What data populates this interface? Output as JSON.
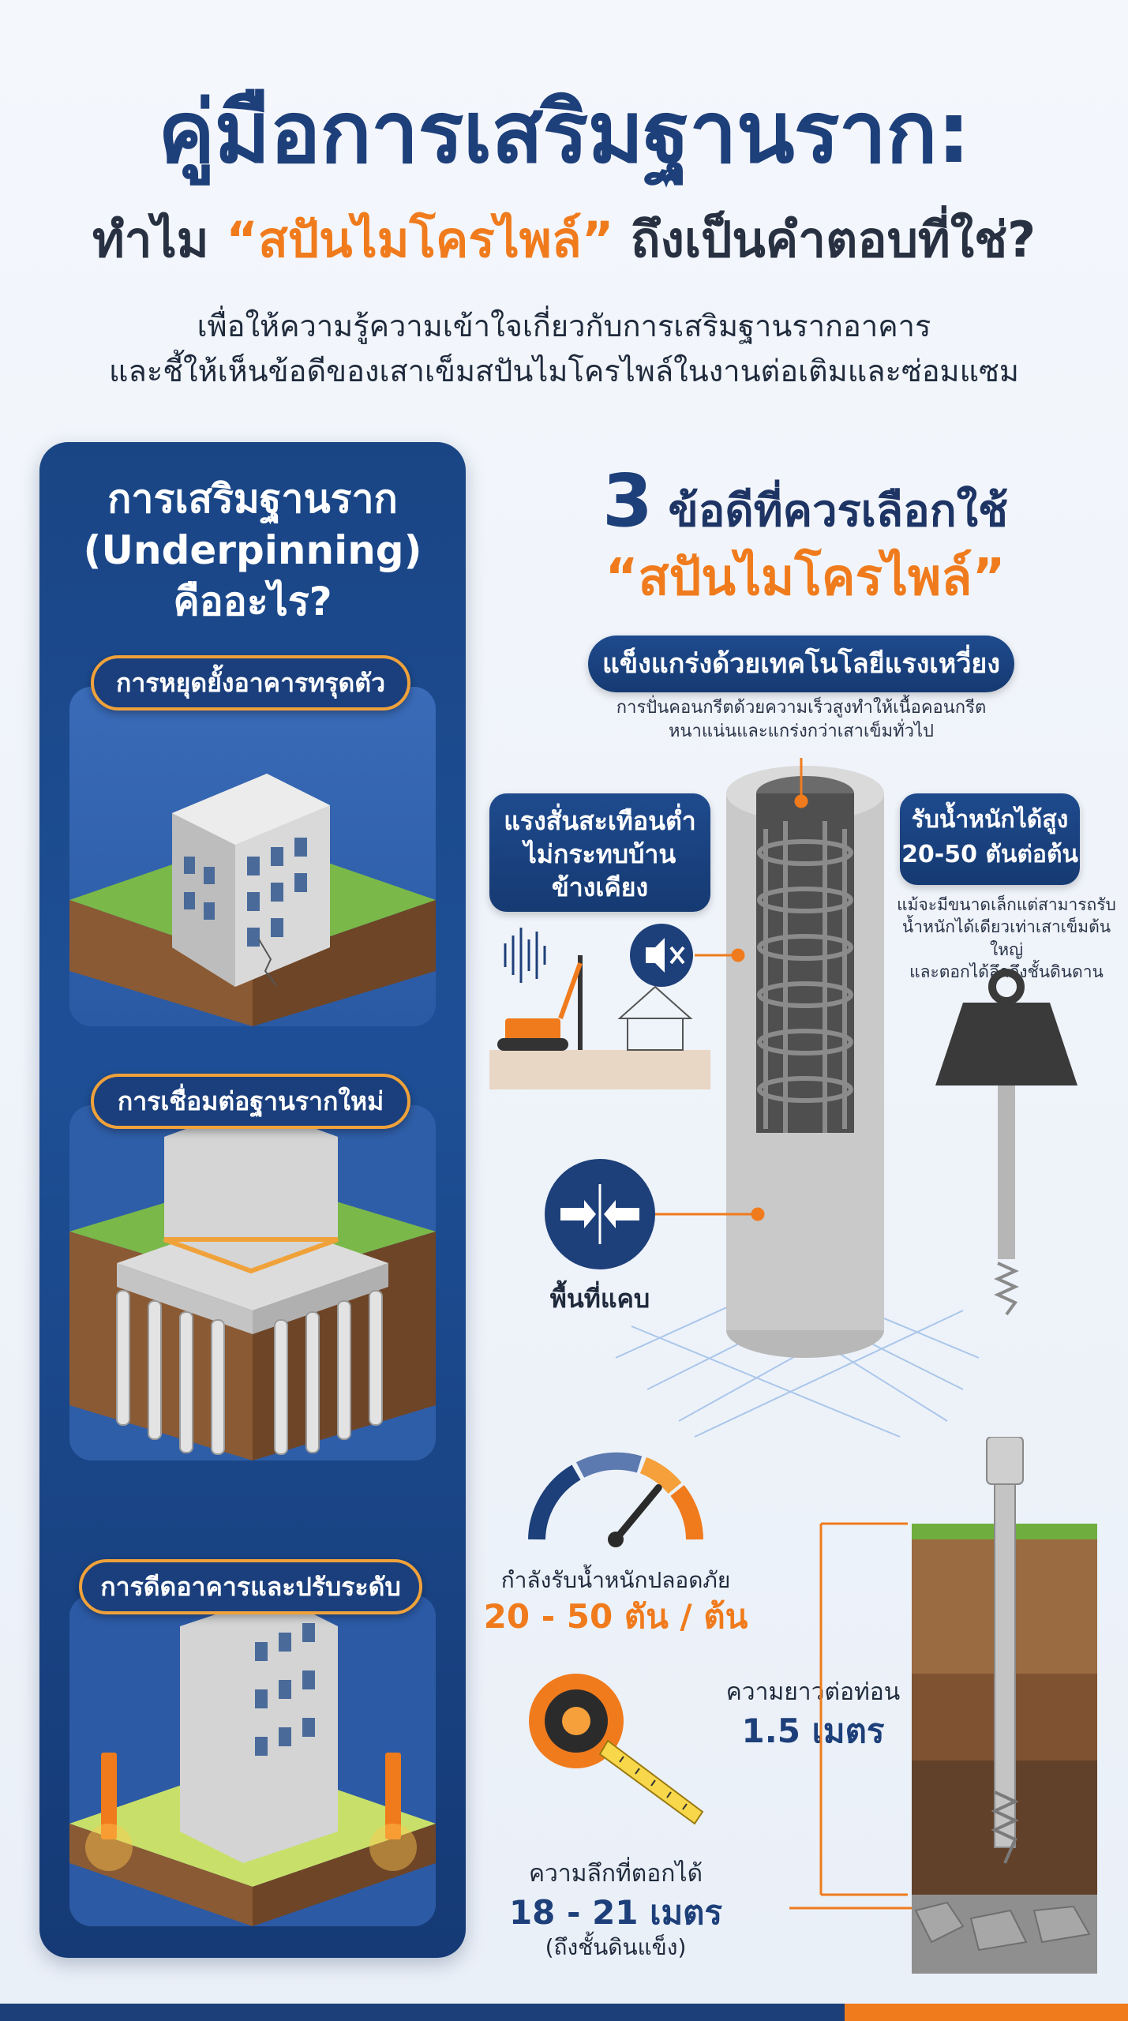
{
  "header": {
    "title": "คู่มือการเสริมฐานราก:",
    "subtitle_prefix": "ทำไม",
    "subtitle_highlight": "“สปันไมโครไพล์”",
    "subtitle_suffix": "ถึงเป็นคำตอบที่ใช่?",
    "intro_line1": "เพื่อให้ความรู้ความเข้าใจเกี่ยวกับการเสริมฐานรากอาคาร",
    "intro_line2": "และชี้ให้เห็นข้อดีของเสาเข็มสปันไมโครไพล์ในงานต่อเติมและซ่อมแซม"
  },
  "left_panel": {
    "title_line1": "การเสริมฐานราก",
    "title_line2": "(Underpinning)",
    "title_line3": "คืออะไร?",
    "items": [
      {
        "label": "การหยุดยั้งอาคารทรุดตัว"
      },
      {
        "label": "การเชื่อมต่อฐานรากใหม่"
      },
      {
        "label": "การดีดอาคารและปรับระดับ"
      }
    ]
  },
  "right_panel": {
    "heading_number": "3",
    "heading_text": "ข้อดีที่ควรเลือกใช้",
    "heading_highlight": "“สปันไมโครไพล์”",
    "feature_top": {
      "label": "แข็งแกร่งด้วยเทคโนโลยีแรงเหวี่ยง",
      "note_line1": "การปั่นคอนกรีตด้วยความเร็วสูงทำให้เนื้อคอนกรีต",
      "note_line2": "หนาแน่นและแกร่งกว่าเสาเข็มทั่วไป"
    },
    "feature_left": {
      "line1": "แรงสั่นสะเทือนต่ำ",
      "line2": "ไม่กระทบบ้าน",
      "line3": "ข้างเคียง"
    },
    "feature_right": {
      "line1": "รับน้ำหนักได้สูง",
      "line2": "20-50 ตันต่อต้น",
      "note_line1": "แม้จะมีขนาดเล็กแต่สามารถรับ",
      "note_line2": "น้ำหนักได้เดียวเท่าเสาเข็มต้นใหญ่",
      "note_line3": "และตอกได้ลึกถึงชั้นดินดาน"
    },
    "feature_narrow": {
      "label": "พื้นที่แคบ"
    },
    "specs": {
      "capacity_label": "กำลังรับน้ำหนักปลอดภัย",
      "capacity_value": "20 - 50 ตัน / ต้น",
      "capacity_gauge_level": 0.72,
      "length_label": "ความยาวต่อท่อน",
      "length_value": "1.5 เมตร",
      "depth_label": "ความลึกที่ตอกได้",
      "depth_value": "18 - 21 เมตร",
      "depth_note": "(ถึงชั้นดินแข็ง)"
    }
  },
  "colors": {
    "navy": "#1d3f7a",
    "orange": "#f07b1d",
    "panel_blue": "#1a4585"
  }
}
